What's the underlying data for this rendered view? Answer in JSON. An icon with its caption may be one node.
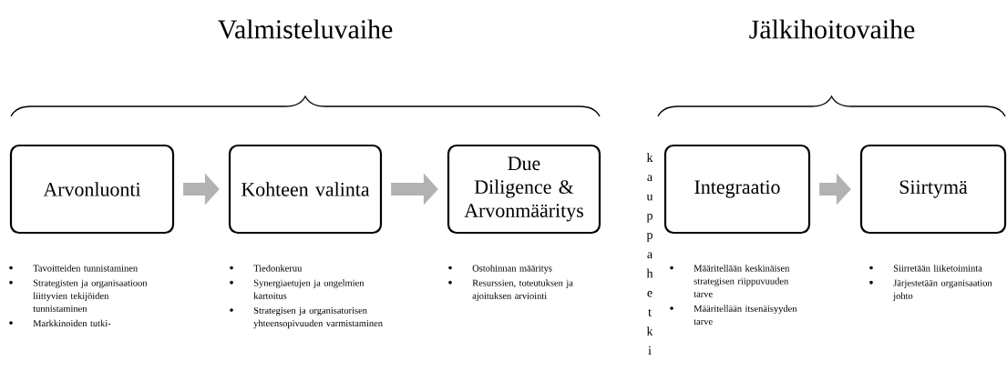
{
  "diagram": {
    "nodes": [
      {
        "text": [
          "Arvonluonti"
        ],
        "beside": [
          "Tavoitteiden tunnistaminen",
          "Strategisten ja organisaatioon liittyvien tekijöiden tunnistaminen",
          "Markkinoiden tutki-"
        ]
      },
      {
        "text": [
          "Kohteen valinta"
        ],
        "beside": [
          "Tiedonkeruu",
          "Synergiaetujen ja ongelmien kartoitus",
          "Strategisen ja organisatorisen yhteensopivuuden varmistaminen"
        ]
      },
      {
        "text": [
          "Due Diligence & Arvonmääritys"
        ],
        "beside": [
          "Ostohinnan määritys",
          "Resurssien, toteutuksen ja ajoituksen arviointi"
        ]
      },
      {
        "text": [
          "Integraatio"
        ],
        "beside": [
          "Määritellään keskinäisen strategisen riippuvuuden tarve",
          "Määritellään itsenäisyyden tarve"
        ]
      },
      {
        "text": [
          "Siirtymä"
        ],
        "beside": [
          "Siirretään liiketoiminta",
          "Järjestetään organisaation johto"
        ]
      }
    ],
    "edges": [
      {
        "from": 0,
        "to": 1,
        "arrow": "to"
      },
      {
        "from": 1,
        "to": 2,
        "arrow": "to"
      },
      {
        "from": 3,
        "to": 4,
        "arrow": "to"
      }
    ],
    "labels": [
      "Valmisteluvaihe",
      "Jälkihoitovaihe",
      "kauppahetki"
    ]
  }
}
